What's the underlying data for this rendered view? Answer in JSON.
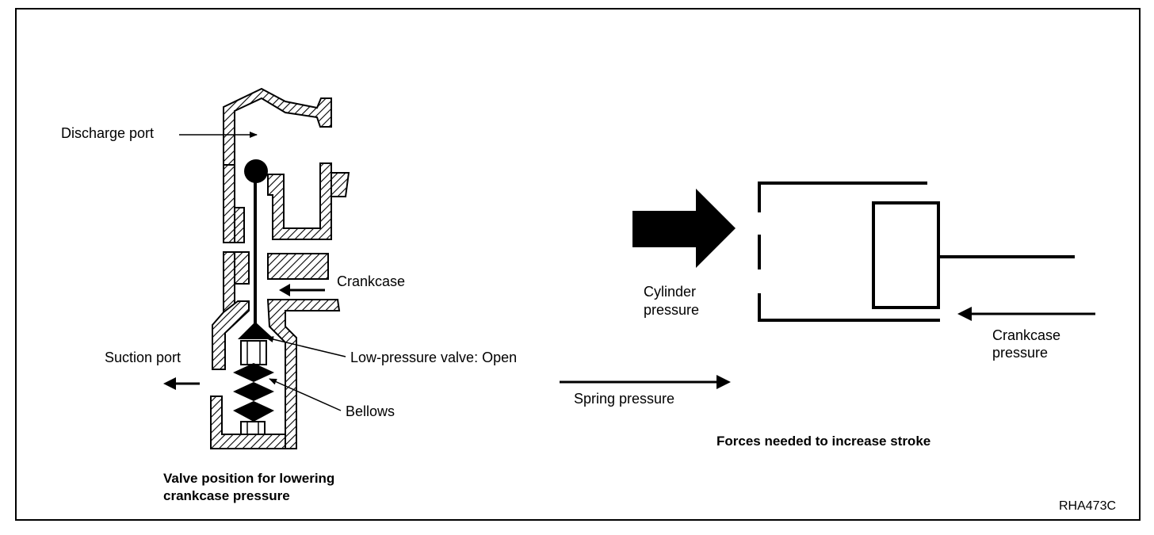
{
  "labels": {
    "discharge_port": "Discharge port",
    "crankcase": "Crankcase",
    "suction_port": "Suction port",
    "low_pressure_valve": "Low-pressure valve: Open",
    "bellows": "Bellows",
    "valve_caption_line1": "Valve position for lowering",
    "valve_caption_line2": "crankcase pressure",
    "spring_pressure": "Spring pressure",
    "cylinder_pressure_line1": "Cylinder",
    "cylinder_pressure_line2": "pressure",
    "crankcase_pressure_line1": "Crankcase",
    "crankcase_pressure_line2": "pressure",
    "forces_caption": "Forces needed to increase stroke",
    "figure_code": "RHA473C"
  }
}
